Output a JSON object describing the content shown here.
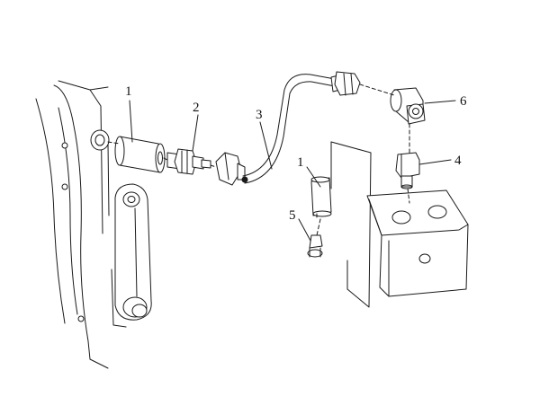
{
  "callouts": {
    "c1a": "1",
    "c2": "2",
    "c3": "3",
    "c1b": "1",
    "c5": "5",
    "c6": "6",
    "c4": "4"
  },
  "colors": {
    "line": "#1a1a1a",
    "background": "#ffffff"
  }
}
